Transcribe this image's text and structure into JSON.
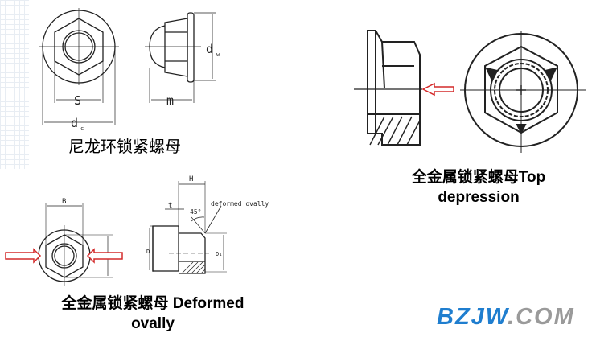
{
  "figure1": {
    "caption": "尼龙环锁紧螺母",
    "labels": {
      "s": "S",
      "dc": "d",
      "dc_sub": "c",
      "dw": "d",
      "dw_sub": "w",
      "m": "m"
    }
  },
  "figure2": {
    "caption_line1": "全金属锁紧螺母 Deformed",
    "caption_line2": "ovally",
    "labels": {
      "b": "B",
      "h": "H",
      "t": "t",
      "angle": "45°",
      "d": "D",
      "d1": "D₁",
      "note": "deformed ovally"
    }
  },
  "figure3": {
    "caption_line1": "全金属锁紧螺母Top",
    "caption_line2": "depression"
  },
  "logo": {
    "brand": "BZJW",
    "suffix": ".COM",
    "brand_color": "#1f7ecf",
    "suffix_color": "#9a9a9a"
  },
  "colors": {
    "arrow": "#d42a2a",
    "line": "#222222"
  }
}
